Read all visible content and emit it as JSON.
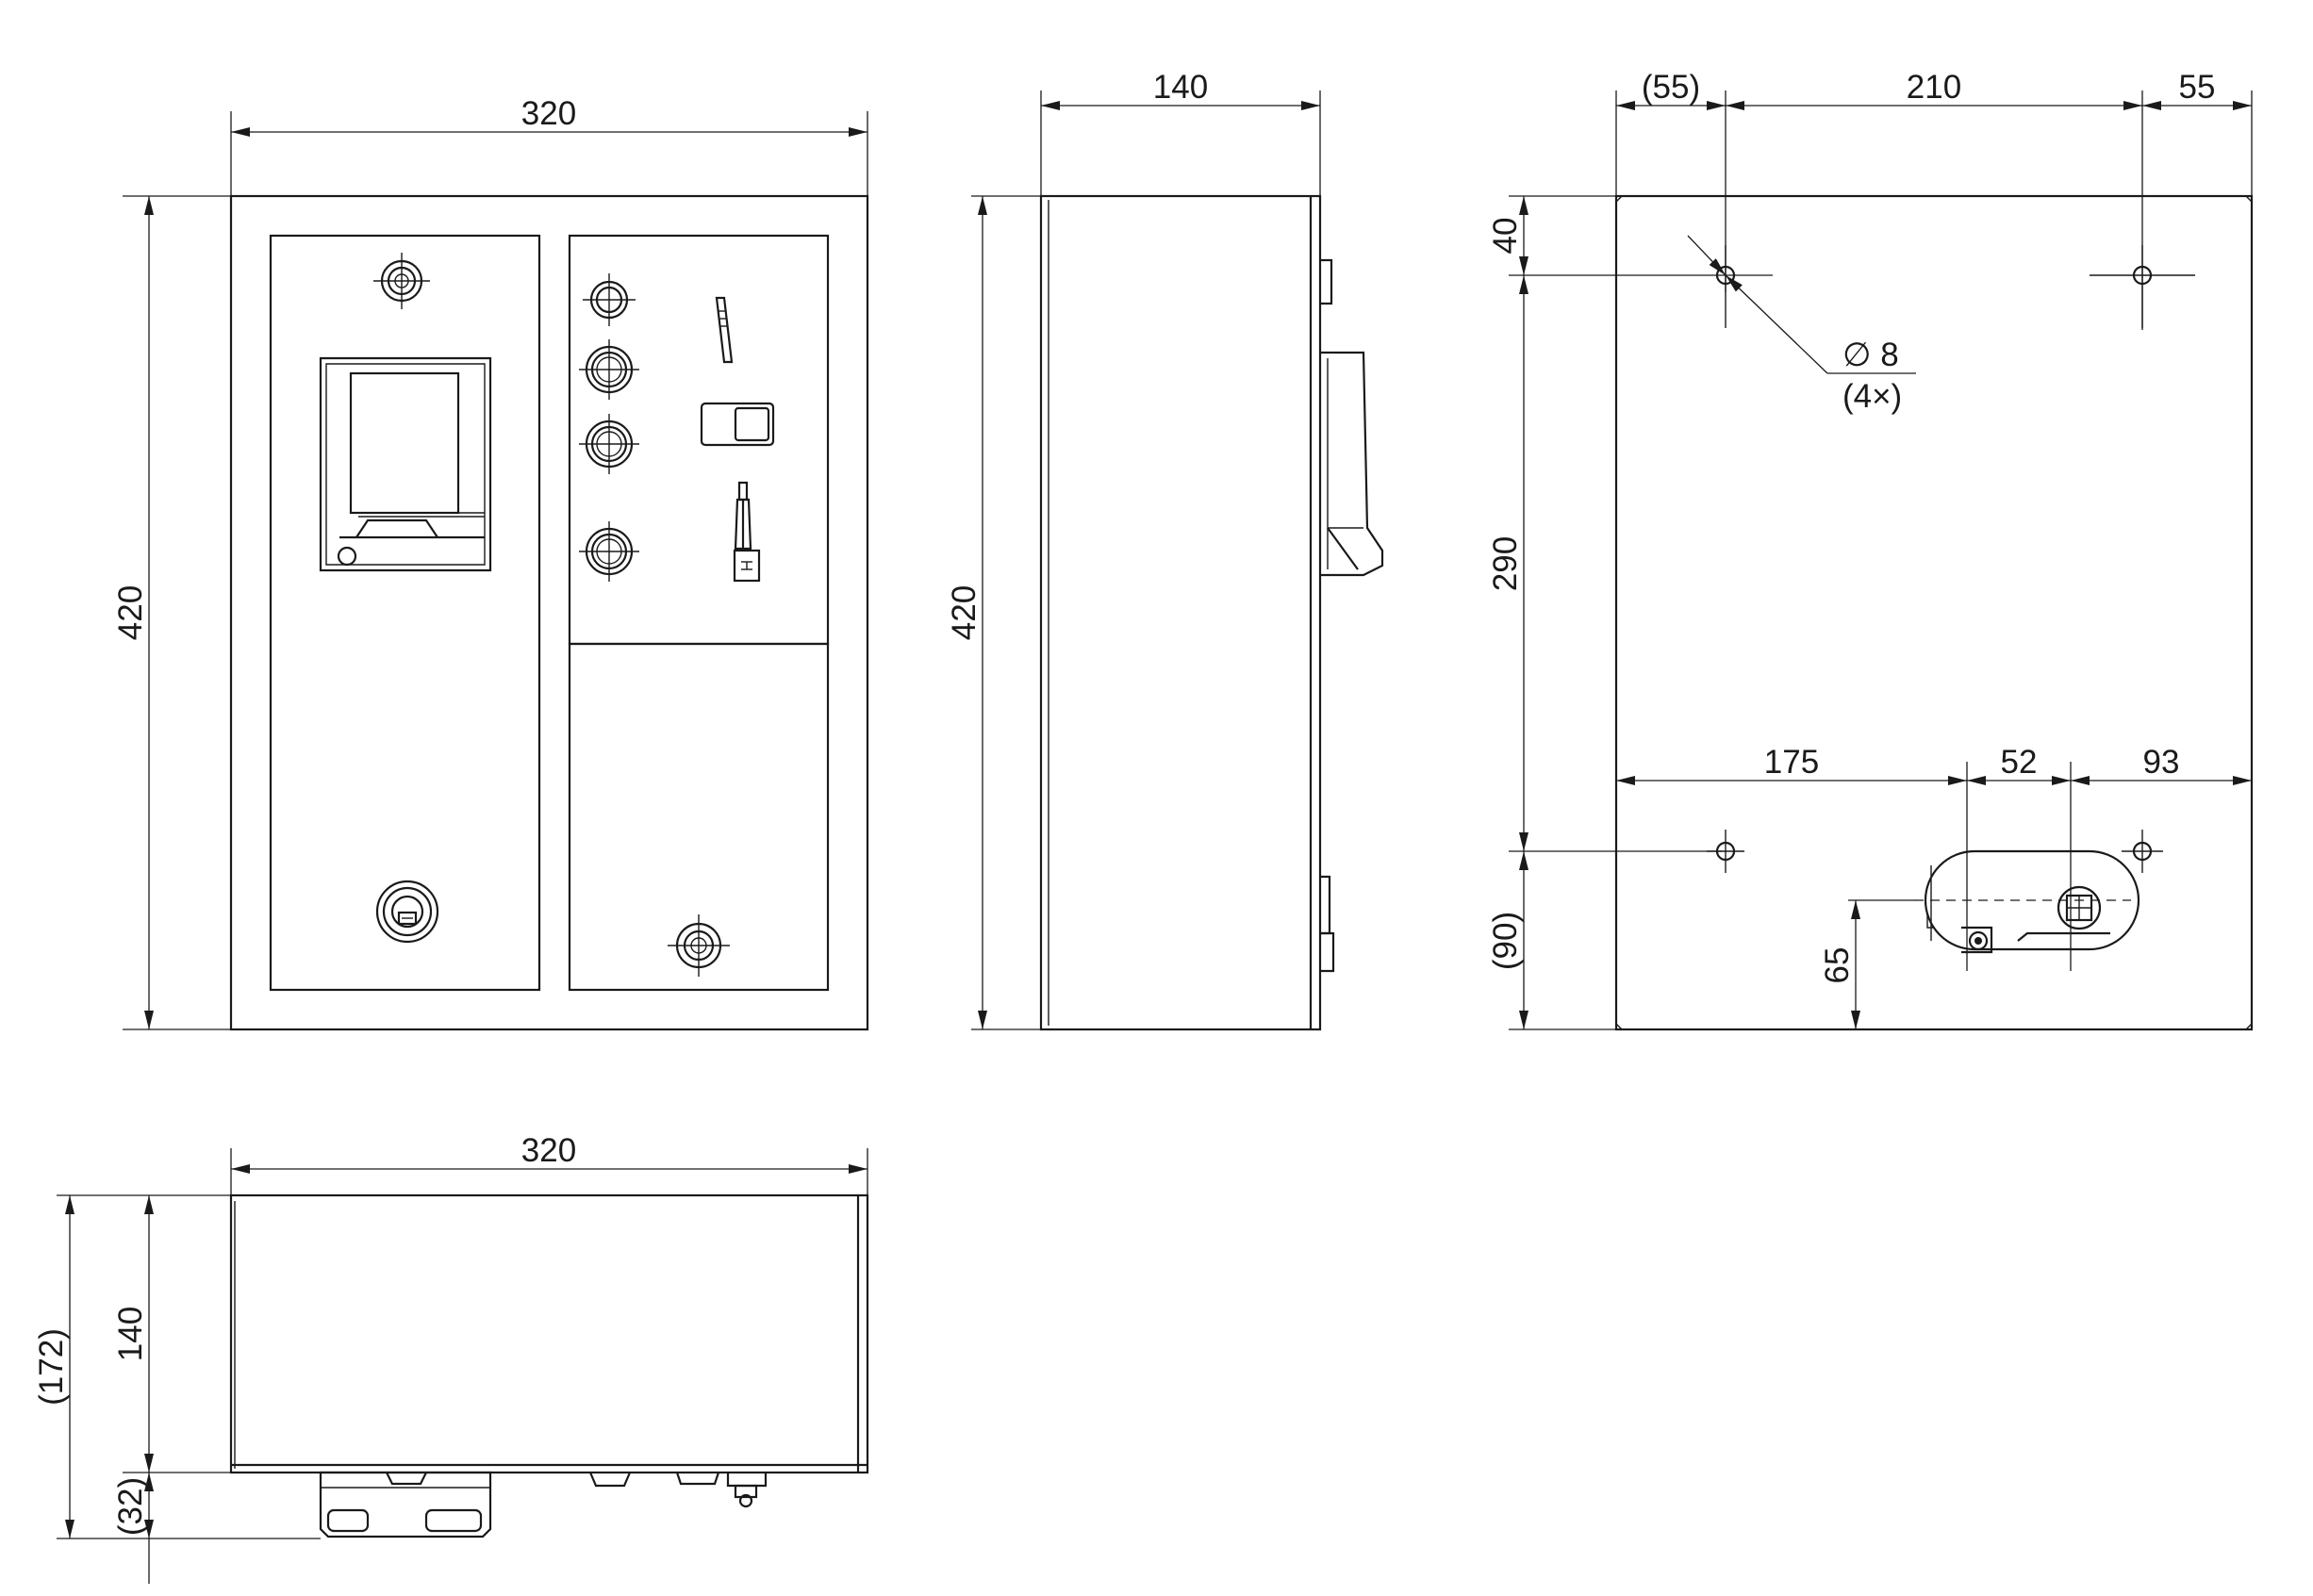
{
  "drawing": {
    "ink_color": "#1a1a1a",
    "background": "#ffffff"
  },
  "front_view": {
    "width_label": "320",
    "height_label": "420"
  },
  "side_view": {
    "depth_label": "140",
    "height_label": "420"
  },
  "rear_view": {
    "offset_left_label": "(55)",
    "hole_spacing_label": "210",
    "offset_right_label": "55",
    "top_offset_label": "40",
    "hole_vertical_label": "290",
    "bottom_offset_label": "(90)",
    "hole_note_diameter": "∅ 8",
    "hole_note_count": "(4×)",
    "cutout_left_label": "175",
    "cutout_width_label": "52",
    "cutout_right_label": "93",
    "cutout_height_label": "65"
  },
  "bottom_view": {
    "width_label": "320",
    "depth_label": "140",
    "total_depth_label": "(172)",
    "protrusion_label": "(32)"
  }
}
